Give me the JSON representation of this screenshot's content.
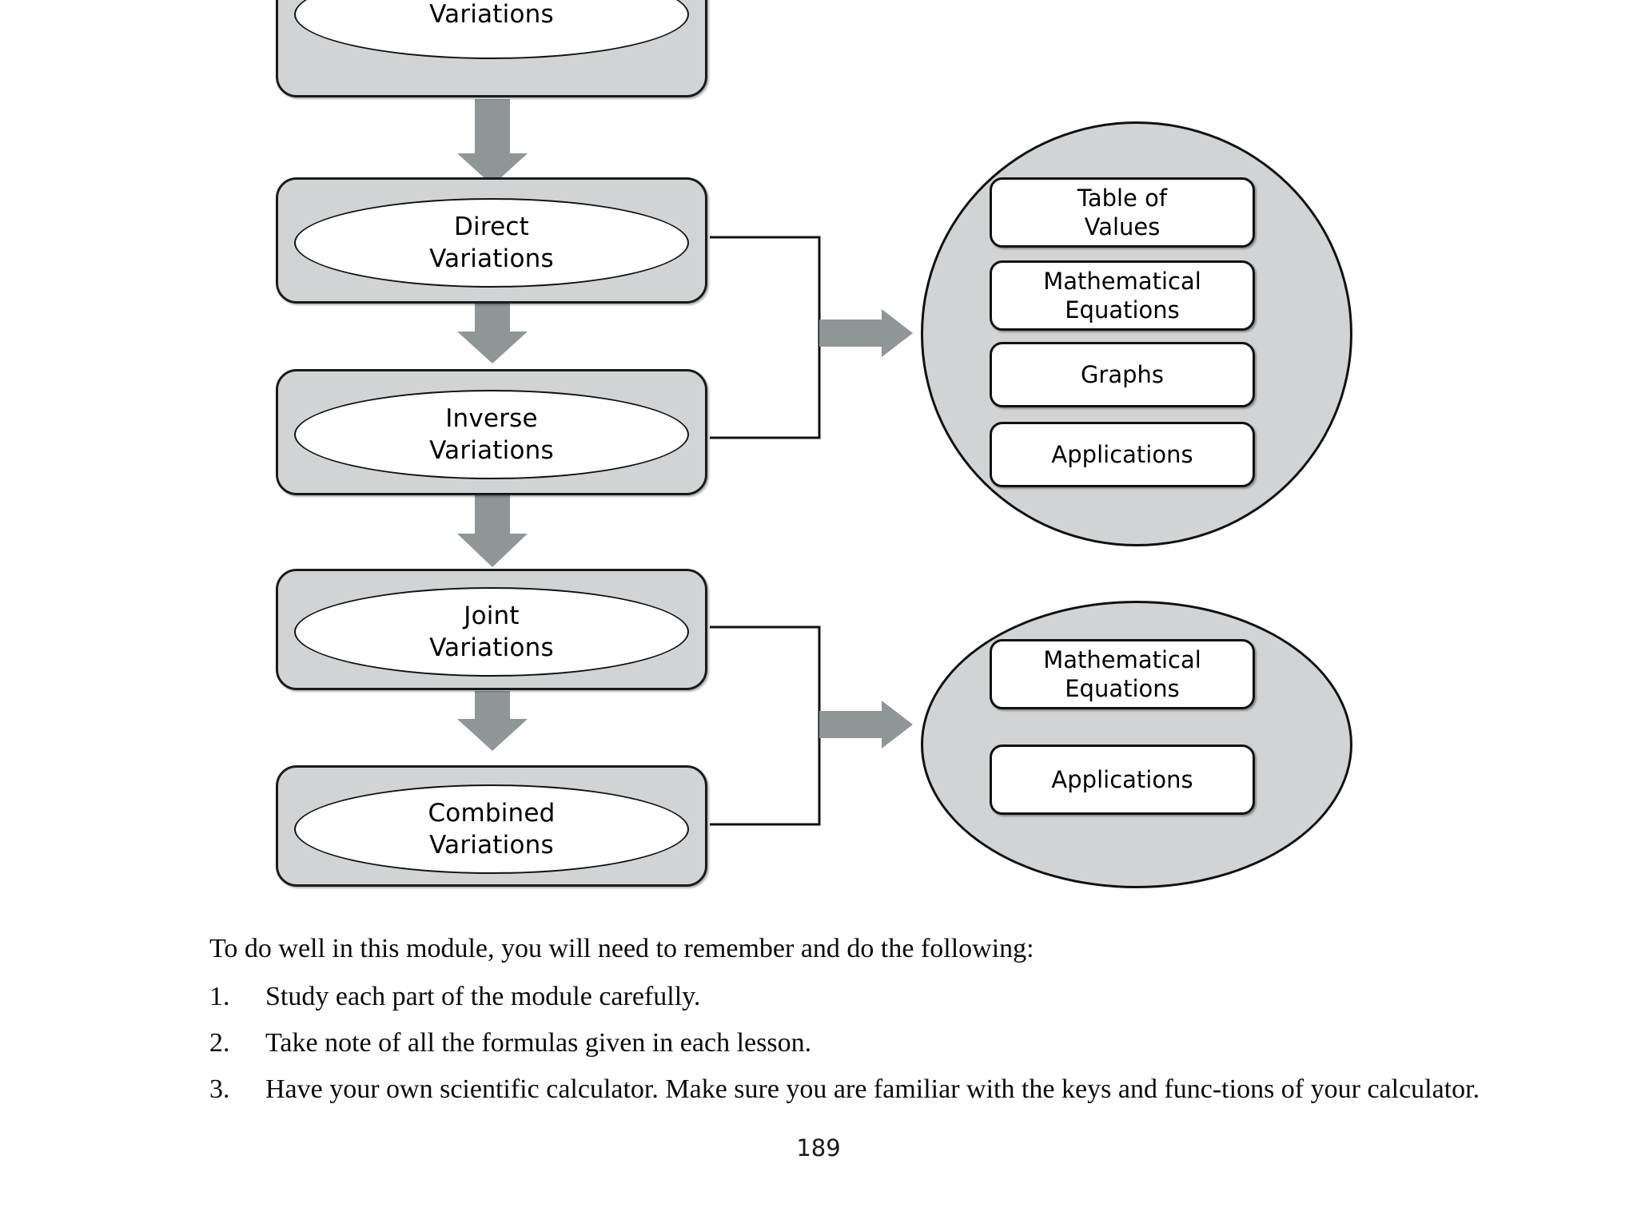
{
  "document": {
    "page_number": "189"
  },
  "diagram": {
    "type": "flowchart",
    "nodes": [
      {
        "id": "variations",
        "label": "Variations"
      },
      {
        "id": "direct-variations",
        "label": "Direct\nVariations"
      },
      {
        "id": "inverse-variations",
        "label": "Inverse\nVariations"
      },
      {
        "id": "joint-variations",
        "label": "Joint\nVariations"
      },
      {
        "id": "combined-variations",
        "label": "Combined\nVariations"
      }
    ],
    "groups": [
      {
        "id": "group-upper",
        "sources": [
          "direct-variations",
          "inverse-variations"
        ],
        "items": [
          {
            "label": "Table of\nValues"
          },
          {
            "label": "Mathematical\nEquations"
          },
          {
            "label": "Graphs"
          },
          {
            "label": "Applications"
          }
        ]
      },
      {
        "id": "group-lower",
        "sources": [
          "joint-variations",
          "combined-variations"
        ],
        "items": [
          {
            "label": "Mathematical\nEquations"
          },
          {
            "label": "Applications"
          }
        ]
      }
    ],
    "colors": {
      "box_fill": "#d1d4d5",
      "node_fill": "#ffffff",
      "outline": "#111111",
      "arrow": "#8f9698"
    }
  },
  "prose": {
    "intro": "To do well in this module, you will need to remember and do the following:",
    "items": [
      {
        "marker": "1.",
        "text": "Study each part of the module carefully."
      },
      {
        "marker": "2.",
        "text": "Take note of all the formulas given in each lesson."
      },
      {
        "marker": "3.",
        "text": "Have your own scientific calculator. Make sure you are familiar with the keys and func‑tions of your calculator."
      }
    ]
  }
}
